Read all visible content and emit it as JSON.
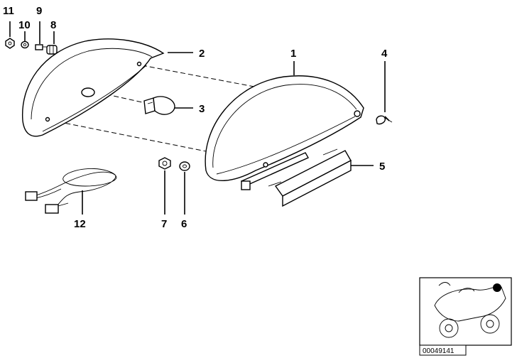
{
  "callouts": {
    "c1": "1",
    "c2": "2",
    "c3": "3",
    "c4": "4",
    "c5": "5",
    "c6": "6",
    "c7": "7",
    "c8": "8",
    "c9": "9",
    "c10": "10",
    "c11": "11",
    "c12": "12"
  },
  "reference_number": "00049141",
  "icons": {
    "thumbnail": "motorcycle-thumbnail-icon"
  },
  "colors": {
    "line": "#000000",
    "background": "#ffffff",
    "highlight": "#000000"
  }
}
